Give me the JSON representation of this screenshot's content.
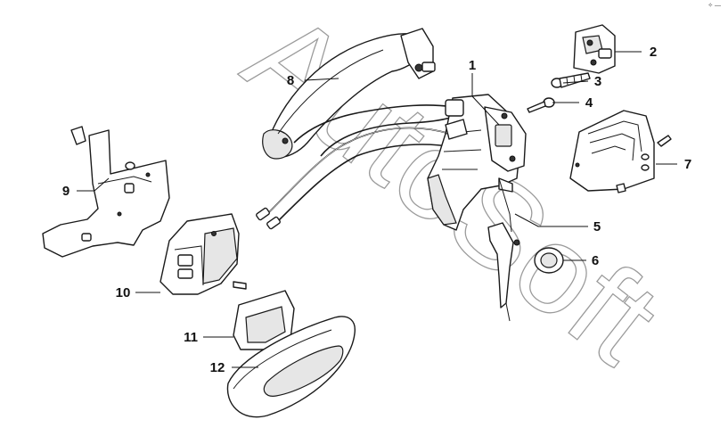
{
  "watermark": "AutoSoft",
  "corner_mark": "✧ —",
  "callouts": [
    {
      "id": "1",
      "label": "1"
    },
    {
      "id": "2",
      "label": "2"
    },
    {
      "id": "3",
      "label": "3"
    },
    {
      "id": "4",
      "label": "4"
    },
    {
      "id": "5",
      "label": "5"
    },
    {
      "id": "6",
      "label": "6"
    },
    {
      "id": "7",
      "label": "7"
    },
    {
      "id": "8",
      "label": "8"
    },
    {
      "id": "9",
      "label": "9"
    },
    {
      "id": "10",
      "label": "10"
    },
    {
      "id": "11",
      "label": "11"
    },
    {
      "id": "12",
      "label": "12"
    }
  ]
}
